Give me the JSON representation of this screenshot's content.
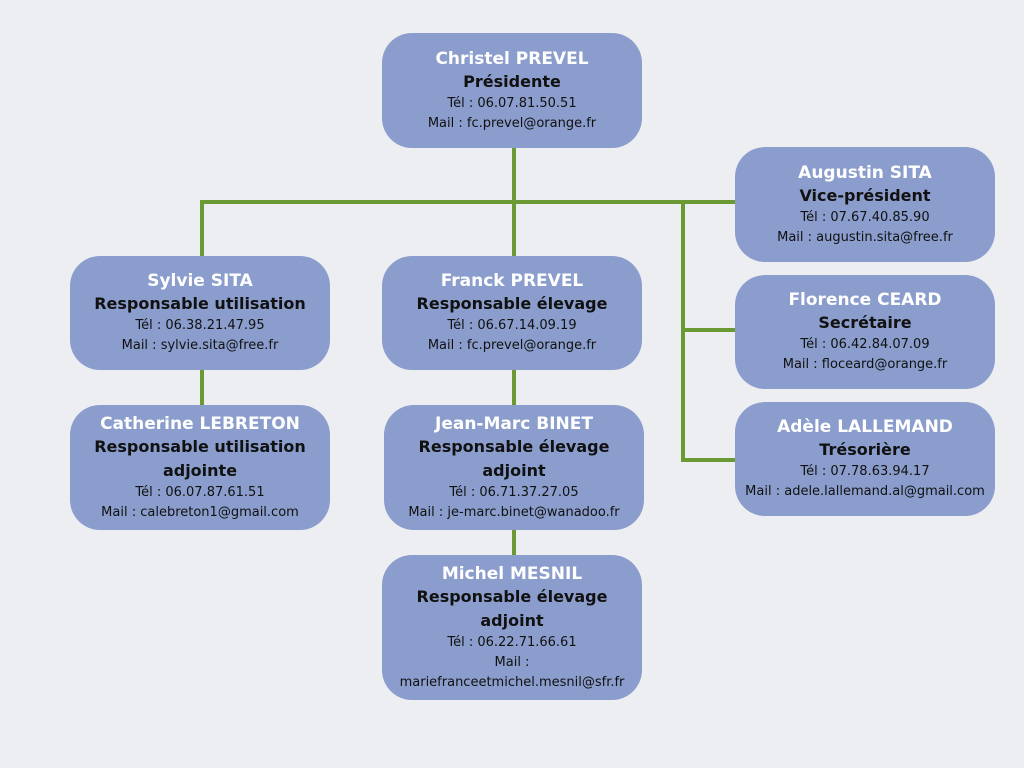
{
  "colors": {
    "background": "#eceef2",
    "card": "#8a9dcc",
    "connector": "#6b9a35",
    "name_text": "#ffffff"
  },
  "people": {
    "president": {
      "name": "Christel PREVEL",
      "role": "Présidente",
      "tel": "Tél : 06.07.81.50.51",
      "mail": "Mail : fc.prevel@orange.fr"
    },
    "vp": {
      "name": "Augustin SITA",
      "role": "Vice-président",
      "tel": "Tél : 07.67.40.85.90",
      "mail": "Mail : augustin.sita@free.fr"
    },
    "sylvie": {
      "name": "Sylvie SITA",
      "role": "Responsable utilisation",
      "tel": "Tél : 06.38.21.47.95",
      "mail": "Mail : sylvie.sita@free.fr"
    },
    "franck": {
      "name": "Franck PREVEL",
      "role": "Responsable élevage",
      "tel": "Tél : 06.67.14.09.19",
      "mail": "Mail : fc.prevel@orange.fr"
    },
    "florence": {
      "name": "Florence CEARD",
      "role": "Secrétaire",
      "tel": "Tél : 06.42.84.07.09",
      "mail": "Mail : floceard@orange.fr"
    },
    "catherine": {
      "name": "Catherine LEBRETON",
      "role_line1": "Responsable utilisation",
      "role_line2": "adjointe",
      "tel": "Tél : 06.07.87.61.51",
      "mail": "Mail : calebreton1@gmail.com"
    },
    "jeanmarc": {
      "name": "Jean-Marc BINET",
      "role_line1": "Responsable élevage",
      "role_line2": "adjoint",
      "tel": "Tél : 06.71.37.27.05",
      "mail": "Mail : je-marc.binet@wanadoo.fr"
    },
    "adele": {
      "name": "Adèle LALLEMAND",
      "role": "Trésorière",
      "tel": "Tél : 07.78.63.94.17",
      "mail": "Mail : adele.lallemand.al@gmail.com"
    },
    "michel": {
      "name": "Michel MESNIL",
      "role_line1": "Responsable élevage",
      "role_line2": "adjoint",
      "tel": "Tél : 06.22.71.66.61",
      "mail_label": "Mail :",
      "mail_address": "mariefranceetmichel.mesnil@sfr.fr"
    }
  }
}
